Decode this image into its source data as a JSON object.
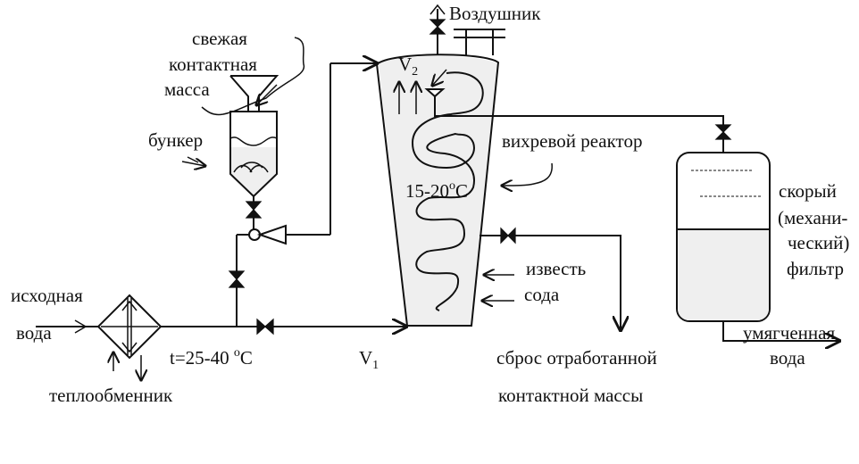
{
  "labels": {
    "fresh_mass_1": "свежая",
    "fresh_mass_2": "контактная",
    "fresh_mass_3": "масса",
    "bunker": "бункер",
    "vent": "Воздушник",
    "v2": "V",
    "v2_sub": "2",
    "vortex_reactor": "вихревой реактор",
    "temp_reactor": "15-20",
    "temp_reactor_deg": "o",
    "temp_reactor_unit": "C",
    "fast_filter_1": "скорый",
    "fast_filter_2": "(механи-",
    "fast_filter_3": "ческий)",
    "fast_filter_4": "фильтр",
    "source_water_1": "исходная",
    "source_water_2": "вода",
    "lime": "известь",
    "soda": "сода",
    "heat_temp": "t=25-40 ",
    "heat_temp_deg": "o",
    "heat_temp_unit": "C",
    "v1": "V",
    "v1_sub": "1",
    "discharge_1": "сброс отработанной",
    "discharge_2": "контактной массы",
    "softened_1": "умягченная",
    "softened_2": "вода",
    "heat_exchanger": "теплообменник"
  }
}
